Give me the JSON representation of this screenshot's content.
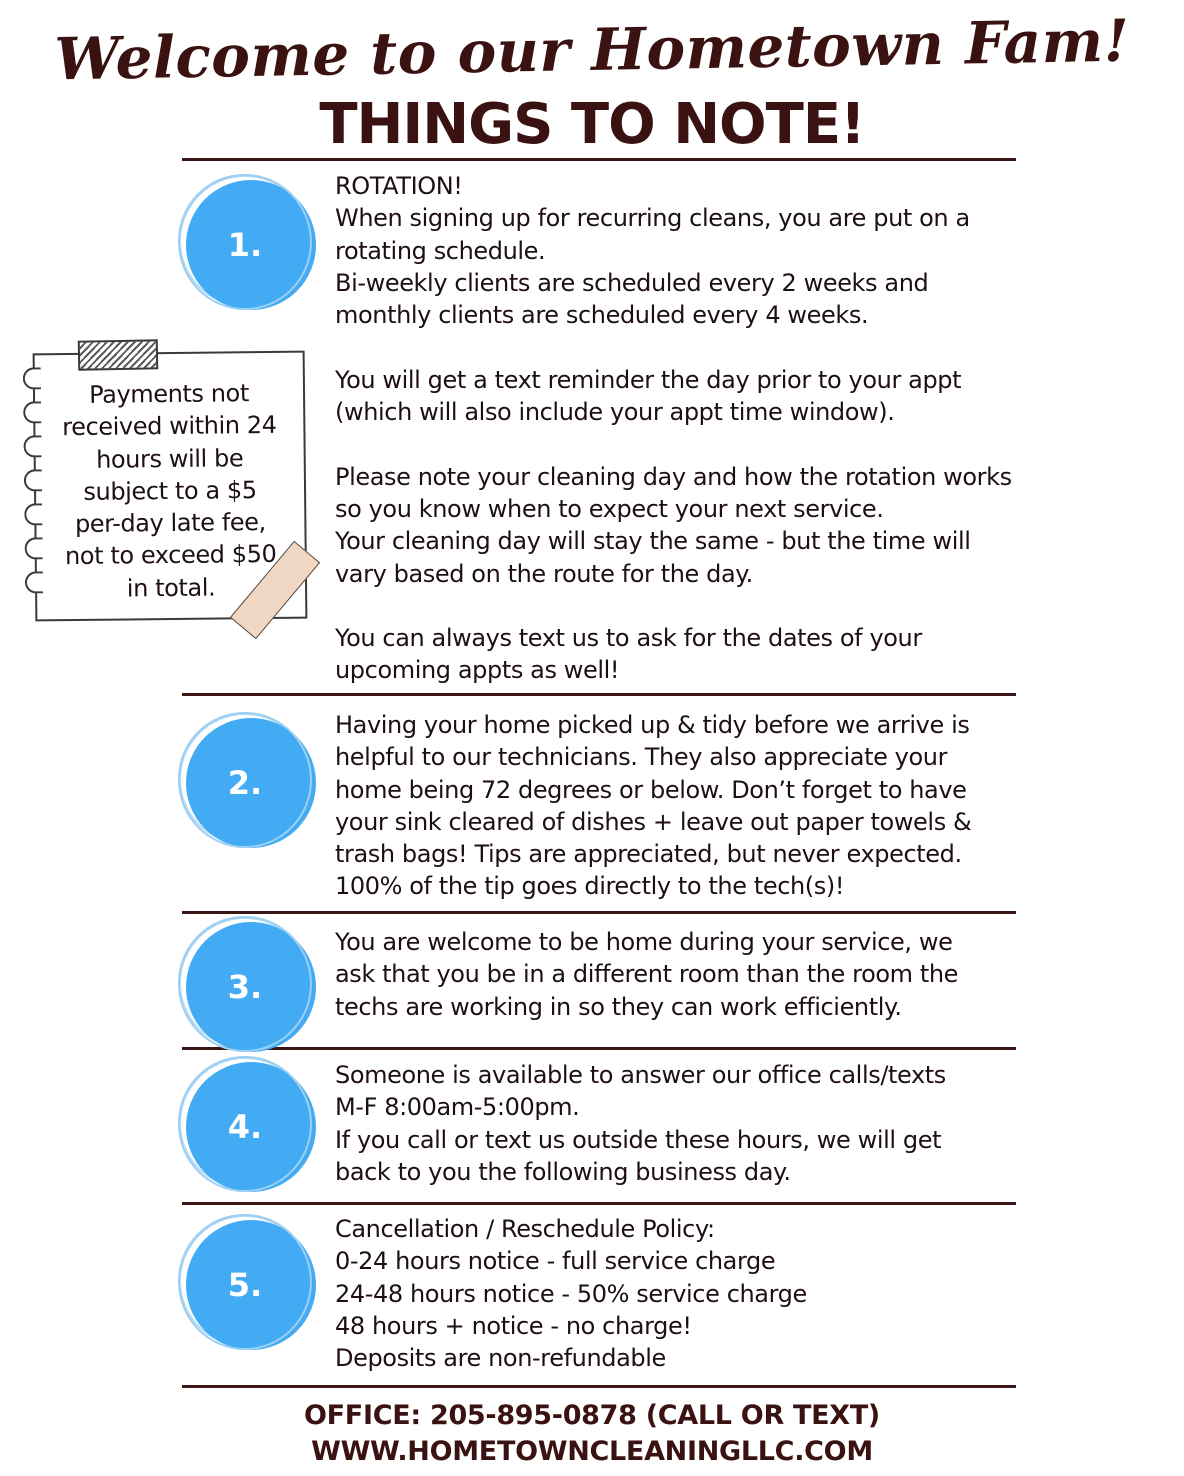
{
  "header": {
    "welcome": "Welcome to our Hometown Fam!",
    "title": "THINGS TO NOTE!"
  },
  "sections": [
    {
      "number": "1.",
      "lines": [
        "ROTATION!",
        "When signing up for recurring cleans, you are put on a",
        "rotating schedule.",
        "Bi-weekly clients are scheduled every 2 weeks and",
        "monthly clients are scheduled every 4 weeks.",
        "",
        "You will get a text reminder the day prior to your appt",
        "(which will also include your appt time window).",
        "",
        "Please note your cleaning day and how the rotation works",
        "so you know when to expect your next service.",
        "Your cleaning day will stay the same - but the time will",
        "vary based on the route for the day.",
        "",
        "You can always text us to ask for the dates of your",
        "upcoming appts as well!"
      ]
    },
    {
      "number": "2.",
      "lines": [
        "Having your home picked up & tidy before we arrive is",
        "helpful to our technicians. They also appreciate your",
        "home being 72 degrees or below. Don’t forget to have",
        "your sink cleared of dishes +  leave out paper towels &",
        "trash bags! Tips are appreciated, but never expected.",
        "100% of the tip goes directly to the tech(s)!"
      ]
    },
    {
      "number": "3.",
      "lines": [
        "You are welcome to be home during your service, we",
        "ask that you be in a different room than the room the",
        "techs  are working in so they can work efficiently."
      ]
    },
    {
      "number": "4.",
      "lines": [
        "Someone is available to answer our office calls/texts",
        "M-F 8:00am-5:00pm.",
        "If you call or text us outside these hours, we will get",
        "back to you the following business day."
      ]
    },
    {
      "number": "5.",
      "lines": [
        "Cancellation / Reschedule Policy:",
        "0-24 hours notice - full service charge",
        "24-48 hours notice - 50% service charge",
        "48 hours + notice - no charge!",
        "Deposits are non-refundable"
      ]
    }
  ],
  "sticky_note": {
    "lines": [
      "Payments not",
      "received within 24",
      "hours will be",
      "subject to a $5",
      "per-day late fee,",
      "not to exceed $50",
      "in total."
    ]
  },
  "footer": {
    "office": "OFFICE: 205-895-0878 (CALL OR TEXT)",
    "website": "WWW.HOMETOWNCLEANINGLLC.COM"
  }
}
